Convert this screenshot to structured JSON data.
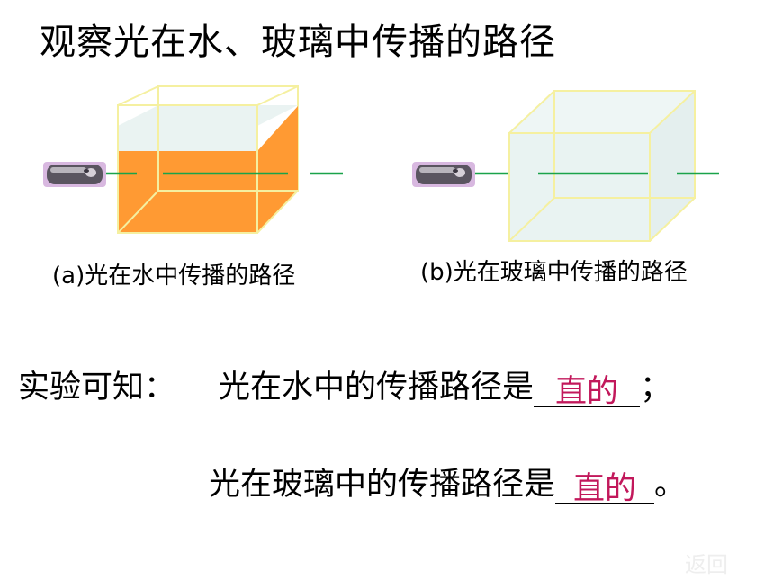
{
  "title": "观察光在水、玻璃中传播的路径",
  "captions": {
    "water": "(a)光在水中传播的路径",
    "glass": "(b)光在玻璃中传播的路径"
  },
  "conclusion": {
    "lead": "实验可知：",
    "water_sentence": "光在水中的传播路径是",
    "water_answer": "直的",
    "water_end": "；",
    "glass_sentence": "光在玻璃中的传播路径是",
    "glass_answer": "直的",
    "glass_end": "。"
  },
  "back_button": "返回",
  "colors": {
    "water": "#ff9a33",
    "glass": "#e9f3f2",
    "beam": "#1aa34a",
    "answer": "#c2185b",
    "edge": "#f5f0a0"
  }
}
